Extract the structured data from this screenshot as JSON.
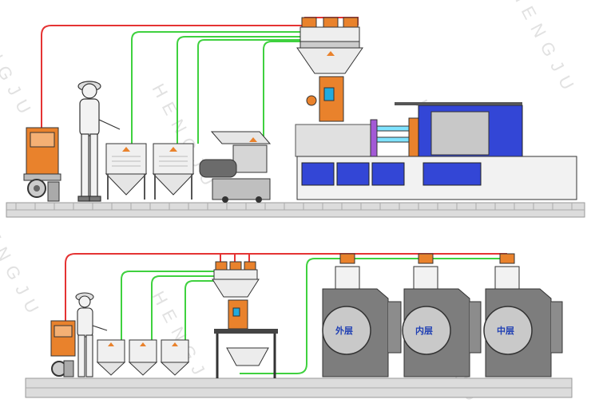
{
  "watermark": {
    "text": "HENGJU",
    "color": "#c9c9c9"
  },
  "colors": {
    "vacuum_line": "#e53333",
    "material_line": "#3fd13f",
    "machine_orange": "#e9822c",
    "machine_blue": "#3346d6",
    "floor": "#d8d8d8",
    "extruder_grey": "#7d7d7d"
  },
  "top_system": {
    "equipment": [
      "vacuum-pump",
      "operator",
      "hopper-1",
      "hopper-2",
      "crusher",
      "dryer-loader",
      "injection-machine"
    ]
  },
  "bottom_system": {
    "equipment": [
      "vacuum-pump",
      "operator",
      "hopper-1",
      "hopper-2",
      "hopper-3",
      "dryer-loader",
      "extruder-1",
      "extruder-2",
      "extruder-3"
    ],
    "extruder_labels": [
      "外层",
      "内层",
      "中层"
    ]
  }
}
